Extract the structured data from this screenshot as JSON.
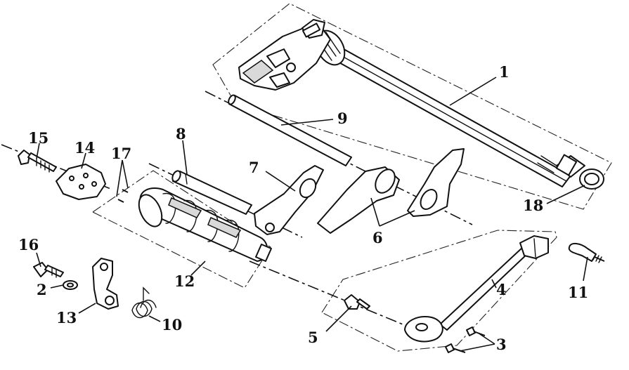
{
  "diagram": {
    "callouts": [
      {
        "id": "p1",
        "label": "1"
      },
      {
        "id": "p2",
        "label": "2"
      },
      {
        "id": "p3",
        "label": "3"
      },
      {
        "id": "p4",
        "label": "4"
      },
      {
        "id": "p5",
        "label": "5"
      },
      {
        "id": "p6",
        "label": "6"
      },
      {
        "id": "p7",
        "label": "7"
      },
      {
        "id": "p8",
        "label": "8"
      },
      {
        "id": "p9",
        "label": "9"
      },
      {
        "id": "p10",
        "label": "10"
      },
      {
        "id": "p11",
        "label": "11"
      },
      {
        "id": "p12",
        "label": "12"
      },
      {
        "id": "p13",
        "label": "13"
      },
      {
        "id": "p14",
        "label": "14"
      },
      {
        "id": "p15",
        "label": "15"
      },
      {
        "id": "p16",
        "label": "16"
      },
      {
        "id": "p17",
        "label": "17"
      },
      {
        "id": "p18",
        "label": "18"
      }
    ]
  }
}
